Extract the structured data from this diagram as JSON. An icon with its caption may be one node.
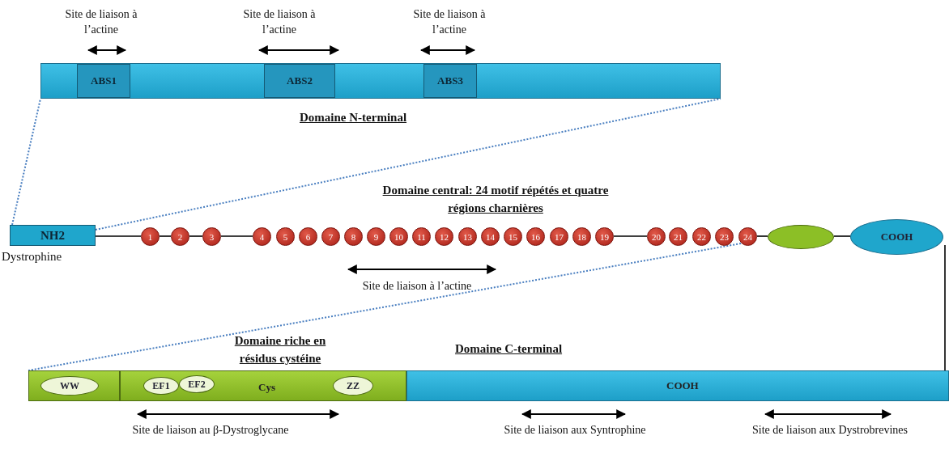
{
  "diagram": {
    "nodes": [
      {
        "text": [
          "Domaine N-terminal"
        ]
      },
      {
        "text": [
          "ABS1"
        ],
        "in": 0
      },
      {
        "text": [
          "ABS2"
        ],
        "in": 0
      },
      {
        "text": [
          "ABS3"
        ],
        "in": 0
      },
      {
        "text": [
          "NH2"
        ],
        "beside": [
          "Dystrophine"
        ]
      },
      {
        "text": [
          "1"
        ]
      },
      {
        "text": [
          "2"
        ]
      },
      {
        "text": [
          "3"
        ]
      },
      {
        "text": [
          "4"
        ]
      },
      {
        "text": [
          "5"
        ]
      },
      {
        "text": [
          "6"
        ]
      },
      {
        "text": [
          "7"
        ]
      },
      {
        "text": [
          "8"
        ]
      },
      {
        "text": [
          "9"
        ]
      },
      {
        "text": [
          "10"
        ]
      },
      {
        "text": [
          "11"
        ]
      },
      {
        "text": [
          "12"
        ]
      },
      {
        "text": [
          "13"
        ]
      },
      {
        "text": [
          "14"
        ]
      },
      {
        "text": [
          "15"
        ]
      },
      {
        "text": [
          "16"
        ]
      },
      {
        "text": [
          "17"
        ]
      },
      {
        "text": [
          "18"
        ]
      },
      {
        "text": [
          "19"
        ]
      },
      {
        "text": [
          "20"
        ]
      },
      {
        "text": [
          "21"
        ]
      },
      {
        "text": [
          "22"
        ]
      },
      {
        "text": [
          "23"
        ]
      },
      {
        "text": [
          "24"
        ]
      },
      {
        "text": [],
        "shape": "ellipse"
      },
      {
        "text": [
          "COOH"
        ]
      },
      {
        "text": [],
        "shape": "box"
      },
      {
        "text": [
          "WW"
        ],
        "in": 31
      },
      {
        "text": [
          "Domaine riche en résidus cystéine",
          "Cys"
        ]
      },
      {
        "text": [
          "EF1"
        ],
        "in": 33
      },
      {
        "text": [
          "EF2"
        ],
        "in": 33
      },
      {
        "text": [
          "ZZ"
        ],
        "in": 33
      },
      {
        "text": [
          "Domaine C-terminal",
          "COOH"
        ]
      }
    ],
    "edges": [
      {
        "from": 4,
        "to": 0,
        "arrow": "none",
        "style": "dashed",
        "color": "#4a7fc0"
      },
      {
        "from": 4,
        "to": 0,
        "arrow": "none",
        "style": "dashed",
        "color": "#4a7fc0"
      },
      {
        "from": 4,
        "to": 5,
        "arrow": "none"
      },
      {
        "from": 5,
        "to": 6,
        "arrow": "none"
      },
      {
        "from": 6,
        "to": 7,
        "arrow": "none"
      },
      {
        "from": 7,
        "to": 8,
        "arrow": "none"
      },
      {
        "from": 23,
        "to": 24,
        "arrow": "none"
      },
      {
        "from": 28,
        "to": 29,
        "arrow": "none"
      },
      {
        "from": 29,
        "to": 30,
        "arrow": "none"
      },
      {
        "from": 28,
        "to": 31,
        "arrow": "none",
        "style": "dashed",
        "color": "#4a7fc0"
      },
      {
        "from": 30,
        "to": 37,
        "arrow": "none"
      }
    ],
    "labels": [
      "Site de liaison à l’actine",
      "Site de liaison à l’actine",
      "Site de liaison à l’actine",
      "Domaine central: 24 motif répétés et quatre régions charnières",
      "Site de liaison à l’actine",
      "Site de liaison au β-Dystroglycane",
      "Site de liaison aux Syntrophine",
      "Site de liaison aux Dystrobrevines"
    ]
  }
}
